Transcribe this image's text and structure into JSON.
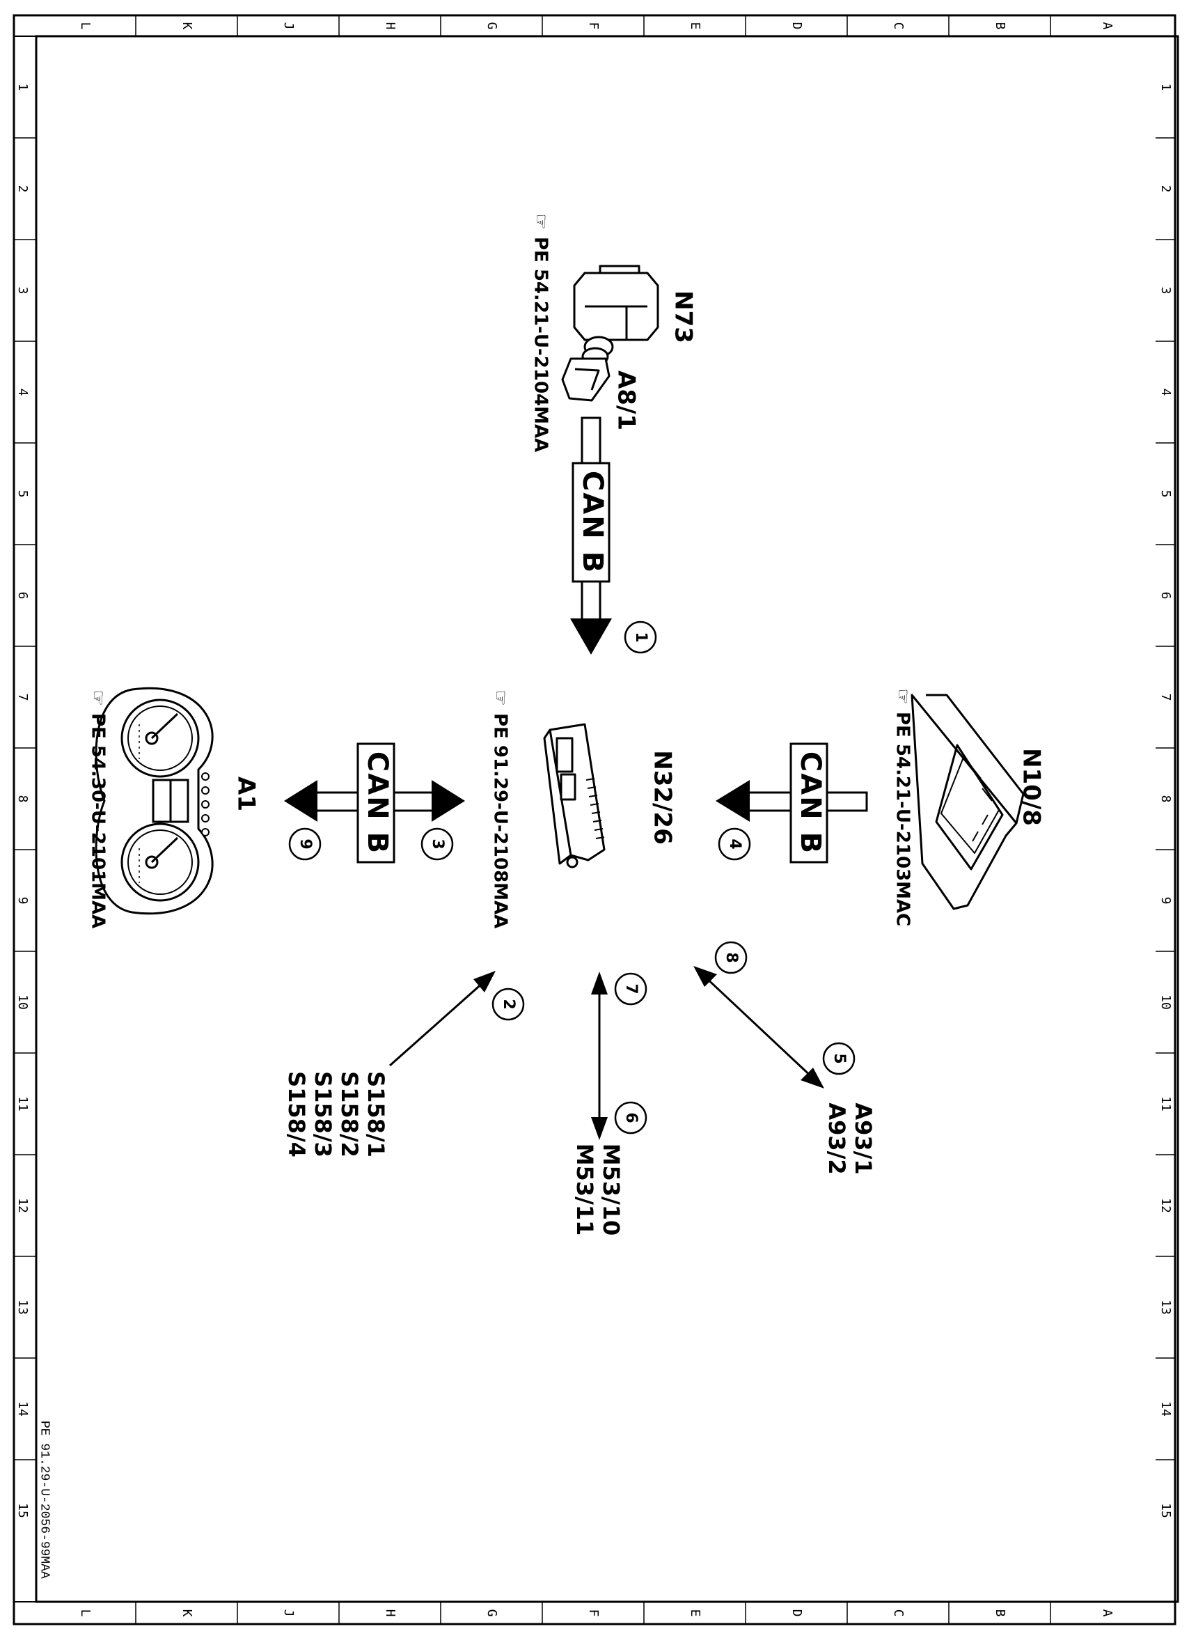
{
  "frame": {
    "col_letters": [
      "L",
      "K",
      "J",
      "H",
      "G",
      "F",
      "E",
      "D",
      "C",
      "B",
      "A"
    ],
    "row_numbers": [
      "1",
      "2",
      "3",
      "4",
      "5",
      "6",
      "7",
      "8",
      "9",
      "10",
      "11",
      "12",
      "13",
      "14",
      "15"
    ]
  },
  "components": {
    "n73": {
      "label": "N73",
      "sub": "A8/1",
      "ref": "PE 54.21-U-2104MAA"
    },
    "n10_8": {
      "label": "N10/8",
      "ref": "PE 54.21-U-2103MAC"
    },
    "n32_26": {
      "label": "N32/26",
      "ref": "PE 91.29-U-2108MAA"
    },
    "a1": {
      "label": "A1",
      "ref": "PE 54.30-U-2101MAA"
    },
    "a93": {
      "line1": "A93/1",
      "line2": "A93/2"
    },
    "m53": {
      "line1": "M53/10",
      "line2": "M53/11"
    },
    "s158": {
      "line1": "S158/1",
      "line2": "S158/2",
      "line3": "S158/3",
      "line4": "S158/4"
    }
  },
  "bus_labels": {
    "top": "CAN B",
    "right": "CAN B",
    "left": "CAN B"
  },
  "callouts": {
    "c1": "1",
    "c2": "2",
    "c3": "3",
    "c4": "4",
    "c5": "5",
    "c6": "6",
    "c7": "7",
    "c8": "8",
    "c9": "9"
  },
  "drawing_ref": "PE 91.29-U-2056-99MAA"
}
